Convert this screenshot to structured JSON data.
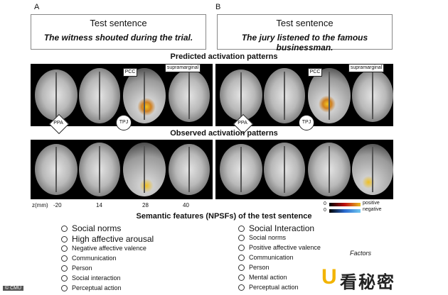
{
  "panels": [
    {
      "letter": "A",
      "title": "Test sentence",
      "sentence": "The witness shouted during the trial."
    },
    {
      "letter": "B",
      "title": "Test sentence",
      "sentence": "The jury listened to the famous businessman."
    }
  ],
  "sections": {
    "predicted": "Predicted activation patterns",
    "observed": "Observed activation patterns",
    "semantic": "Semantic features (NPSFs) of the test sentence"
  },
  "callouts": {
    "pcc": "PCC",
    "supramarginal": "supramarginal",
    "ppa": "PPA",
    "tpj": "TPJ"
  },
  "z_axis": {
    "label": "z(mm)",
    "values": [
      "-20",
      "14",
      "28",
      "40"
    ]
  },
  "colorbar": {
    "positive": "positive",
    "negative": "negative",
    "zero": "0",
    "pos_color": "#e8c020",
    "neg_color": "#2a6ad0"
  },
  "features_left": [
    {
      "label": "Social norms",
      "size": "big"
    },
    {
      "label": "High affective arousal",
      "size": "big"
    },
    {
      "label": "Negative affective valence",
      "size": "small"
    },
    {
      "label": "Communication",
      "size": "small"
    },
    {
      "label": "Person",
      "size": "small"
    },
    {
      "label": "Social interaction",
      "size": "small"
    },
    {
      "label": "Perceptual action",
      "size": "small"
    }
  ],
  "features_right": [
    {
      "label": "Social Interaction",
      "size": "big"
    },
    {
      "label": "Social norms",
      "size": "small"
    },
    {
      "label": "Positive affective valence",
      "size": "small"
    },
    {
      "label": "Communication",
      "size": "small"
    },
    {
      "label": "Person",
      "size": "small"
    },
    {
      "label": "Mental action",
      "size": "small"
    },
    {
      "label": "Perceptual action",
      "size": "small"
    }
  ],
  "factors_label": "Factors",
  "credit": "© CMU",
  "watermark": {
    "u": "U",
    "text": "看秘密"
  }
}
